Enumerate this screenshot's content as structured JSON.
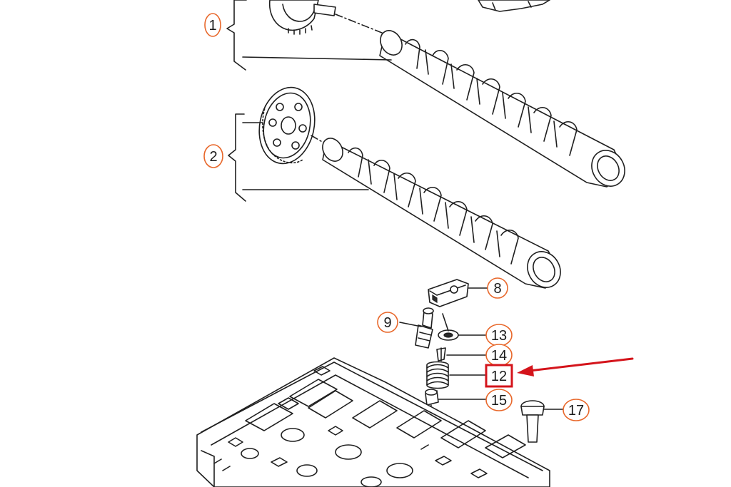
{
  "callouts": {
    "c1": "1",
    "c2": "2",
    "c8": "8",
    "c9": "9",
    "c12": "12",
    "c13": "13",
    "c14": "14",
    "c15": "15",
    "c17": "17"
  },
  "colors": {
    "callout_circle": "#e8672a",
    "highlight_box": "#d4141b",
    "arrow": "#d4141b",
    "line_art": "#1f1f1f",
    "background": "#ffffff"
  },
  "highlighted_part": "12"
}
